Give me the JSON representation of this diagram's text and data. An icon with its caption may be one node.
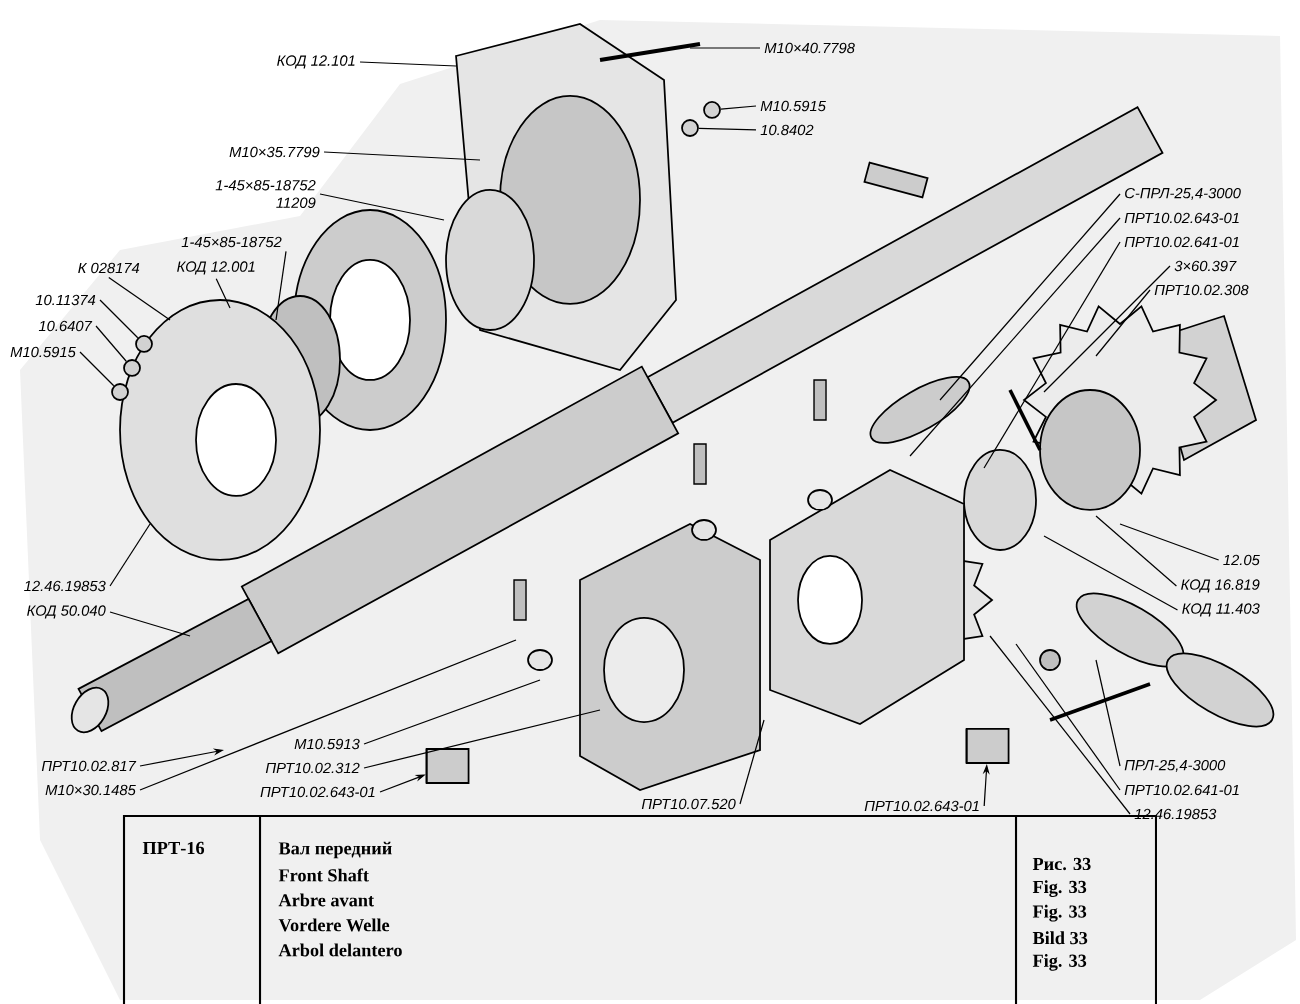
{
  "diagram": {
    "nodes": [
      {
        "text": [
          "КОД 12.101"
        ]
      },
      {
        "text": [
          "М10×40.7798"
        ]
      },
      {
        "text": [
          "М10.5915"
        ]
      },
      {
        "text": [
          "10.8402"
        ]
      },
      {
        "text": [
          "М10×35.7799"
        ]
      },
      {
        "text": [
          "1-45×85-18752",
          "11209"
        ]
      },
      {
        "text": [
          "1-45×85-18752"
        ]
      },
      {
        "text": [
          "К 028174"
        ]
      },
      {
        "text": [
          "КОД 12.001"
        ]
      },
      {
        "text": [
          "10.11374"
        ]
      },
      {
        "text": [
          "10.6407"
        ]
      },
      {
        "text": [
          "М10.5915"
        ]
      },
      {
        "text": [
          "С-ПРЛ-25,4-3000"
        ]
      },
      {
        "text": [
          "ПРТ10.02.643-01"
        ]
      },
      {
        "text": [
          "ПРТ10.02.641-01"
        ]
      },
      {
        "text": [
          "3×60.397"
        ]
      },
      {
        "text": [
          "ПРТ10.02.308"
        ]
      },
      {
        "text": [
          "12.05"
        ]
      },
      {
        "text": [
          "КОД 16.819"
        ]
      },
      {
        "text": [
          "КОД 11.403"
        ]
      },
      {
        "text": [
          "12.46.19853"
        ]
      },
      {
        "text": [
          "КОД 50.040"
        ]
      },
      {
        "text": [
          "ПРТ10.02.817"
        ]
      },
      {
        "text": [
          "М10×30.1485"
        ]
      },
      {
        "text": [
          "М10.5913"
        ]
      },
      {
        "text": [
          "ПРТ10.02.312"
        ]
      },
      {
        "text": [
          "ПРТ10.02.643-01"
        ]
      },
      {
        "text": [
          "ПРТ10.07.520"
        ]
      },
      {
        "text": [
          "ПРТ10.02.643-01"
        ]
      },
      {
        "text": [
          "ПРЛ-25,4-3000"
        ]
      },
      {
        "text": [
          "ПРТ10.02.641-01"
        ]
      },
      {
        "text": [
          "12.46.19853"
        ]
      },
      {
        "text": [],
        "shape": "circle"
      },
      {
        "text": [],
        "shape": "circle"
      },
      {
        "text": [],
        "shape": "circle"
      },
      {
        "text": [],
        "shape": "circle"
      },
      {
        "text": [],
        "shape": "circle"
      },
      {
        "text": [],
        "shape": "cylinder"
      },
      {
        "text": [],
        "shape": "cylinder"
      }
    ],
    "edges": [
      {
        "from": 0,
        "to": null,
        "arrow": "none"
      },
      {
        "from": 1,
        "to": null,
        "arrow": "none"
      },
      {
        "from": 2,
        "to": 32,
        "arrow": "none"
      },
      {
        "from": 3,
        "to": 33,
        "arrow": "none"
      },
      {
        "from": 4,
        "to": null,
        "arrow": "none"
      },
      {
        "from": 5,
        "to": null,
        "arrow": "none"
      },
      {
        "from": 6,
        "to": null,
        "arrow": "none"
      },
      {
        "from": 7,
        "to": null,
        "arrow": "none"
      },
      {
        "from": 8,
        "to": null,
        "arrow": "none"
      },
      {
        "from": 9,
        "to": 34,
        "arrow": "none"
      },
      {
        "from": 10,
        "to": 35,
        "arrow": "none"
      },
      {
        "from": 11,
        "to": 36,
        "arrow": "none"
      },
      {
        "from": 12,
        "to": null,
        "arrow": "none"
      },
      {
        "from": 13,
        "to": null,
        "arrow": "none"
      },
      {
        "from": 14,
        "to": null,
        "arrow": "none"
      },
      {
        "from": 15,
        "to": null,
        "arrow": "none"
      },
      {
        "from": 16,
        "to": null,
        "arrow": "none"
      },
      {
        "from": 17,
        "to": null,
        "arrow": "none"
      },
      {
        "from": 18,
        "to": null,
        "arrow": "none"
      },
      {
        "from": 19,
        "to": null,
        "arrow": "none"
      },
      {
        "from": 20,
        "to": null,
        "arrow": "none"
      },
      {
        "from": 21,
        "to": null,
        "arrow": "none"
      },
      {
        "from": 22,
        "to": null,
        "arrow": "to"
      },
      {
        "from": 23,
        "to": null,
        "arrow": "none"
      },
      {
        "from": 24,
        "to": null,
        "arrow": "none"
      },
      {
        "from": 25,
        "to": null,
        "arrow": "none"
      },
      {
        "from": 26,
        "to": 37,
        "arrow": "to"
      },
      {
        "from": 27,
        "to": null,
        "arrow": "none"
      },
      {
        "from": 28,
        "to": 38,
        "arrow": "to"
      },
      {
        "from": 29,
        "to": null,
        "arrow": "none"
      },
      {
        "from": 30,
        "to": null,
        "arrow": "none"
      },
      {
        "from": 31,
        "to": null,
        "arrow": "none"
      }
    ],
    "labels": [
      "ПРТ-16",
      "Вал передний",
      "Front Shaft",
      "Arbre avant",
      "Vordere Welle",
      "Arbol delantero",
      "Рис. 33",
      "Fig. 33",
      "Fig. 33",
      "Bild 33",
      "Fig. 33"
    ]
  }
}
